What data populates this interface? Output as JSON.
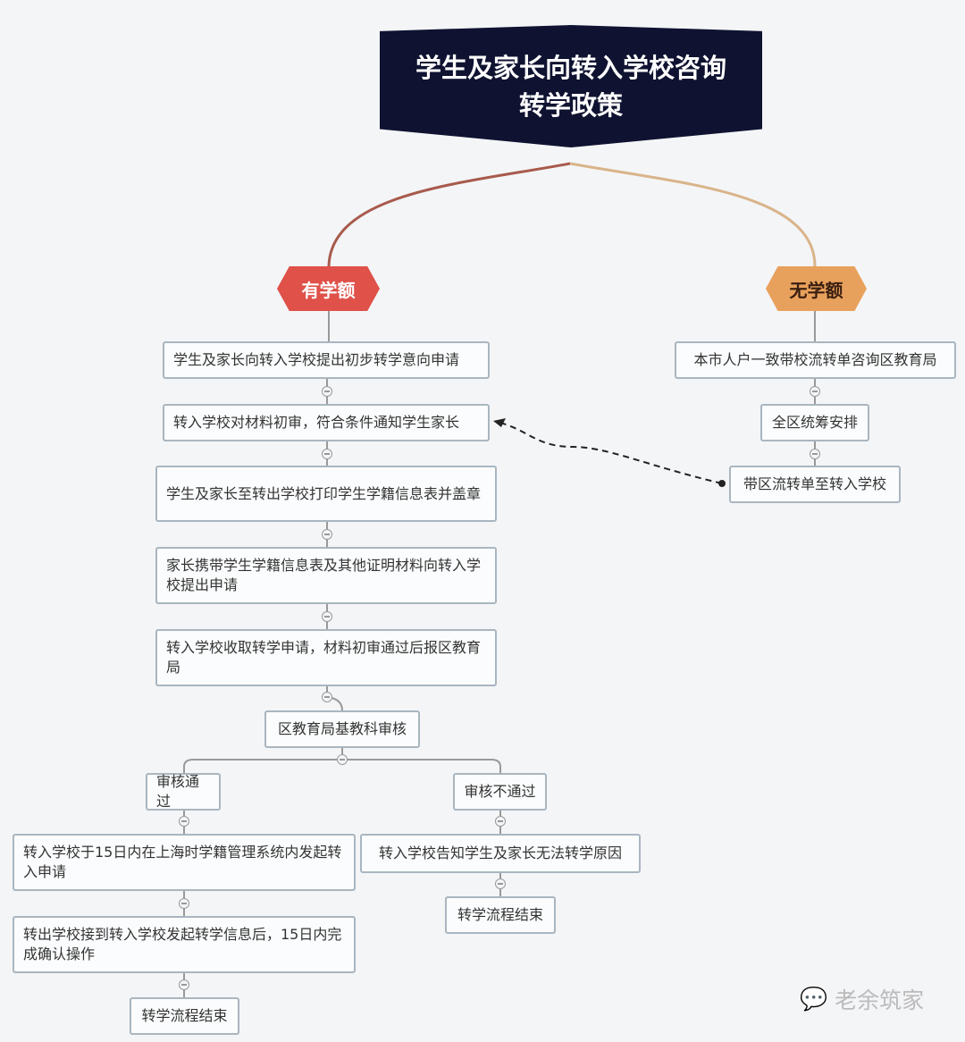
{
  "title": {
    "line1": "学生及家长向转入学校咨询",
    "line2": "转学政策"
  },
  "branches": {
    "has_quota": "有学额",
    "no_quota": "无学额"
  },
  "left": {
    "n1": "学生及家长向转入学校提出初步转学意向申请",
    "n2": "转入学校对材料初审，符合条件通知学生家长",
    "n3": "学生及家长至转出学校打印学生学籍信息表并盖章",
    "n4": "家长携带学生学籍信息表及其他证明材料向转入学校提出申请",
    "n5": "转入学校收取转学申请，材料初审通过后报区教育局",
    "n6": "区教育局基教科审核",
    "pass": "审核通过",
    "fail": "审核不通过",
    "pass1": "转入学校于15日内在上海时学籍管理系统内发起转入申请",
    "pass2": "转出学校接到转入学校发起转学信息后，15日内完成确认操作",
    "pass_end": "转学流程结束",
    "fail1": "转入学校告知学生及家长无法转学原因",
    "fail_end": "转学流程结束"
  },
  "right": {
    "r1": "本市人户一致带校流转单咨询区教育局",
    "r2": "全区统筹安排",
    "r3": "带区流转单至转入学校"
  },
  "watermark": "老余筑家",
  "colors": {
    "title_bg": "#0f1331",
    "has_quota": "#df5149",
    "no_quota": "#e8a15c"
  }
}
